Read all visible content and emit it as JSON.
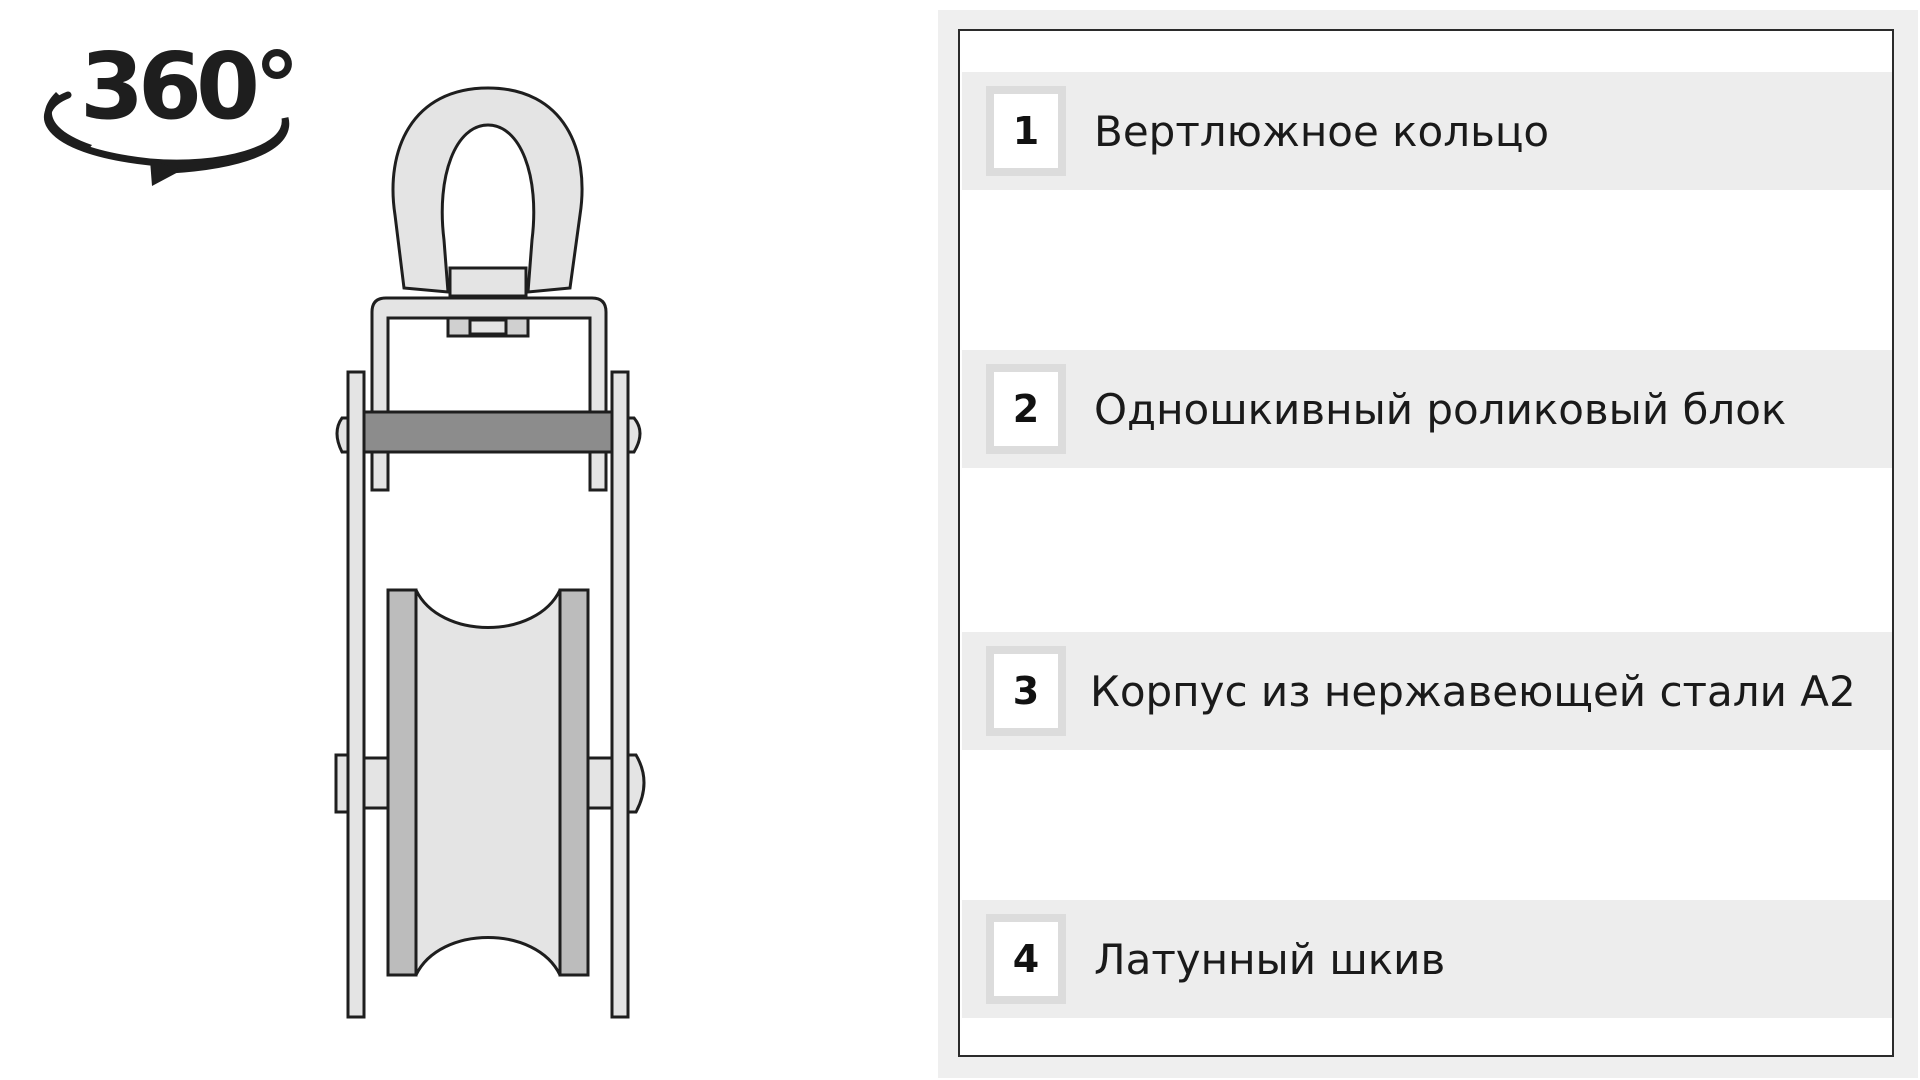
{
  "badge": {
    "text": "360°",
    "icon": "rotate-arrow-icon"
  },
  "colors": {
    "outline": "#1e1e1e",
    "light_fill": "#e4e4e4",
    "axle_fill": "#8c8c8c",
    "sheave_flange": "#bcbcbc",
    "panel_bg": "#efefef",
    "row_bg": "#ededed"
  },
  "legend": {
    "items": [
      {
        "number": "1",
        "label": "Вертлюжное кольцо"
      },
      {
        "number": "2",
        "label": "Одношкивный роликовый блок"
      },
      {
        "number": "3",
        "label": "Корпус из нержавеющей стали А2"
      },
      {
        "number": "4",
        "label": "Латунный шкив"
      }
    ]
  }
}
